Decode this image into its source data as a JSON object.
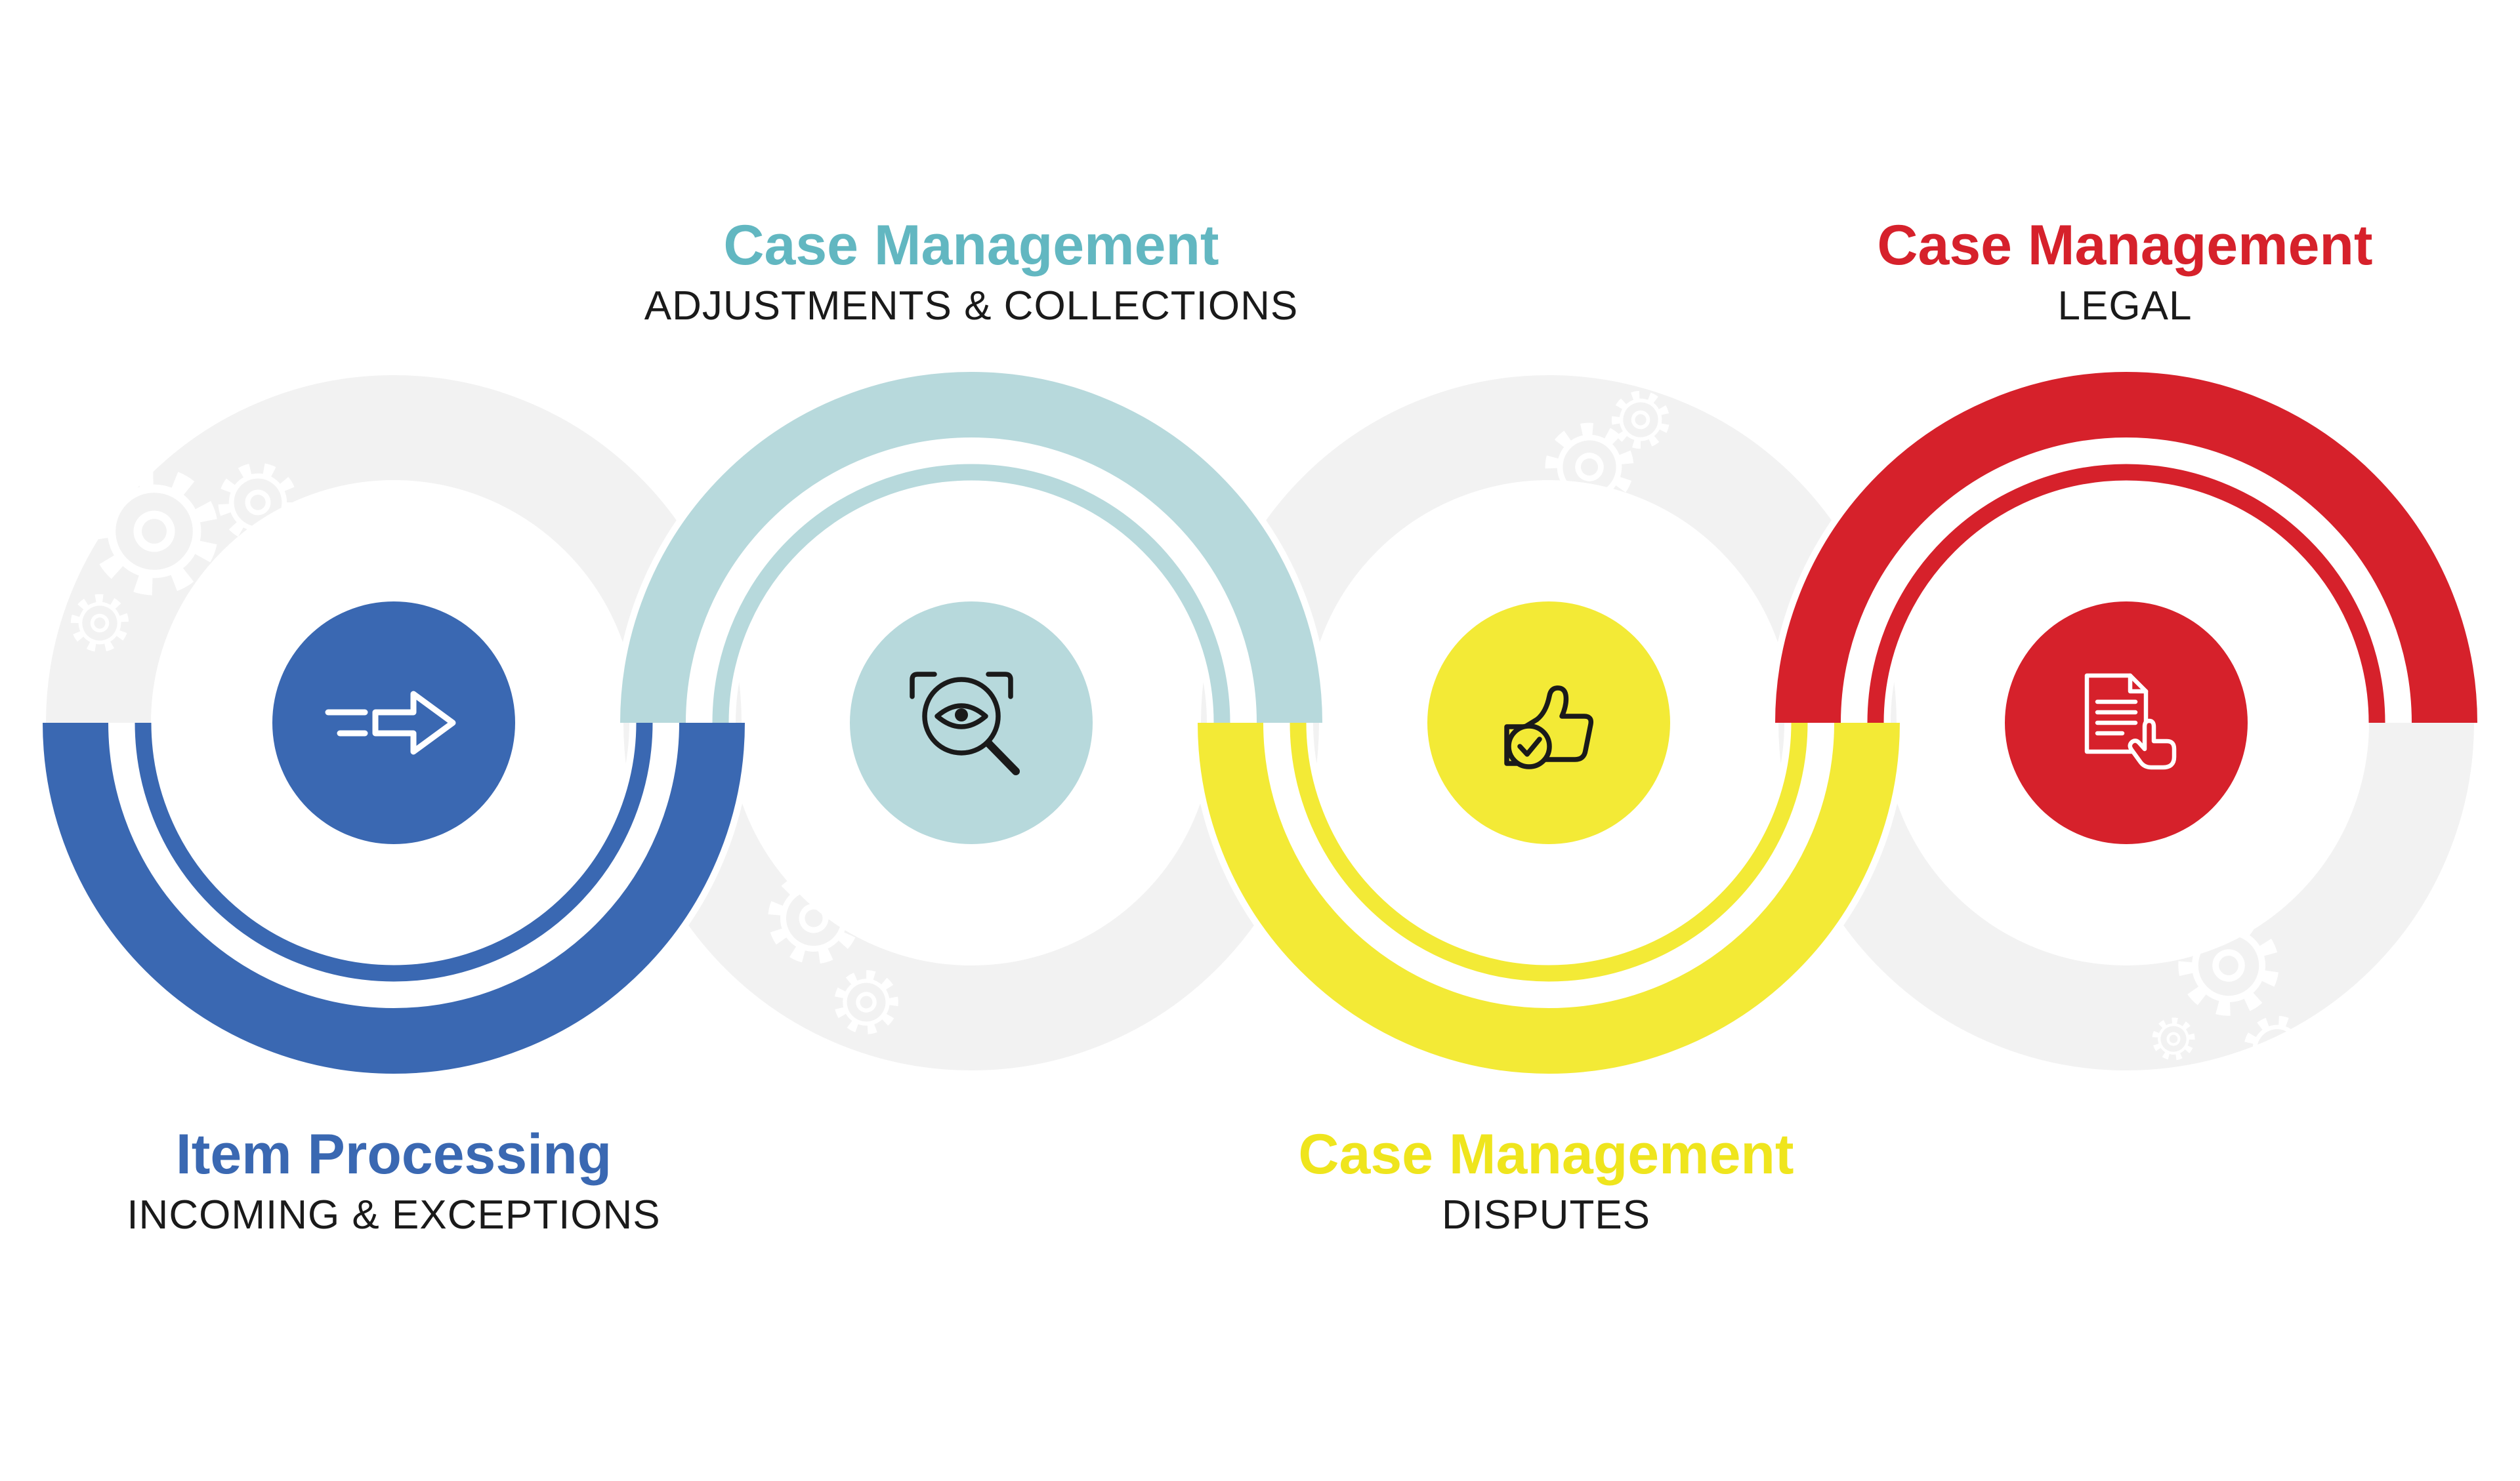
{
  "palette": {
    "blue": "#3a68b2",
    "teal": "#b7d9dc",
    "teal_heading": "#62b7c1",
    "yellow": "#f3ea36",
    "yellow_heading": "#efe51d",
    "red": "#d6212b",
    "gray": "#f2f2f2",
    "ink": "#1a1a1a"
  },
  "stages": [
    {
      "title": "Item Processing",
      "subtitle": "INCOMING & EXCEPTIONS",
      "icon": "speed-arrow-right-icon",
      "arc_position": "bottom",
      "label_position": "below"
    },
    {
      "title": "Case Management",
      "subtitle": "ADJUSTMENTS & COLLECTIONS",
      "icon": "magnifier-eye-icon",
      "arc_position": "top",
      "label_position": "above"
    },
    {
      "title": "Case Management",
      "subtitle": "DISPUTES",
      "icon": "thumbs-up-check-icon",
      "arc_position": "bottom",
      "label_position": "below"
    },
    {
      "title": "Case Management",
      "subtitle": "LEGAL",
      "icon": "document-sign-icon",
      "arc_position": "top",
      "label_position": "above"
    }
  ]
}
